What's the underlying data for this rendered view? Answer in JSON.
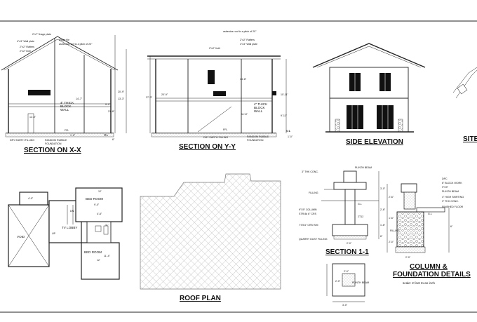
{
  "sections": {
    "xx": {
      "title": "SECTION ON X-X",
      "notes": [
        "2\"x7\" thage plate",
        "4\"x3\" Wall plate",
        "Ridge tile",
        "asbestos roof to a pitch of 20\"",
        "2\"x2\" Rafters",
        "2\"x2\" lintil",
        "4\" THICK",
        "BLOCK",
        "WALL",
        "DRY EARTH FILLING",
        "RANDOM RUBBLE",
        "FOUNDATION",
        "FFL",
        "GL"
      ],
      "dims": [
        "20'-9\"",
        "9'-0\"",
        "11'-8\"",
        "14'-7\"",
        "13'-3\"",
        "21'-8\"",
        "1'-0\"",
        "6\""
      ]
    },
    "yy": {
      "title": "SECTION ON Y-Y",
      "notes": [
        "asbestos roof to a pitch of 20\"",
        "2\"x2\" Rafters",
        "4\"x3\" Wall plate",
        "2\"x2\" lintil",
        "4\" THICK",
        "BLOCK",
        "WALL",
        "DRY EARTH FILLING",
        "RANDOM RUBBLE",
        "FOUNDATION",
        "FFL",
        "GL"
      ],
      "dims": [
        "27'-3\"",
        "20'-9\"",
        "14'-8\"",
        "11'-8\"",
        "10'-11\"",
        "9'-11\"",
        "1'-0\""
      ]
    },
    "side": {
      "title": "SIDE ELEVATION"
    },
    "site": {
      "title": "SITE"
    },
    "s11": {
      "title": "SECTION 1-1",
      "notes": [
        "PLINTH BEAM",
        "3\" THK CONC.",
        "FILLING",
        "G.L",
        "9\"X9\" COLUMN",
        "STR 8d 6\" CRS",
        "2T12",
        "7'X9.6\" CRS R/M",
        "QUARRY DUST FILLING"
      ],
      "dims": [
        "3'-0\"",
        "2'-6\"",
        "1'-6\"",
        "6\"",
        "2'-0\""
      ]
    },
    "col": {
      "title_line1": "COLUMN &",
      "title_line2": "FOUNDATION DETAILS",
      "scale": "scale: 2 feet to an inch",
      "notes": [
        "DPC",
        "6\" BLOCK WORK",
        "9\"X9\"",
        "PLINTH BEAM",
        "4\" HIGH SKIRTING",
        "3\" THK CONC.",
        "FINISHED FLOOR",
        "FILLING",
        "G.L"
      ],
      "dims": [
        "2'-6\"",
        "1'-6\"",
        "2'-0\"",
        "6\"",
        "2'-0\""
      ]
    },
    "plinth": {
      "label": "PLINTH BEAM",
      "dims": [
        "2'-0\"",
        "3'-0\"",
        "2'-0\""
      ]
    }
  },
  "floor_plan": {
    "rooms": [
      "BED ROOM",
      "TV LOBBY",
      "BED ROOM",
      "VOID"
    ],
    "marks": [
      "DN",
      "UP",
      "9'-0\"",
      "11'",
      "4'-8\"",
      "11'-4\"",
      "12'",
      "12'",
      "4'-0\""
    ]
  },
  "roof_plan": {
    "title": "ROOF PLAN"
  }
}
